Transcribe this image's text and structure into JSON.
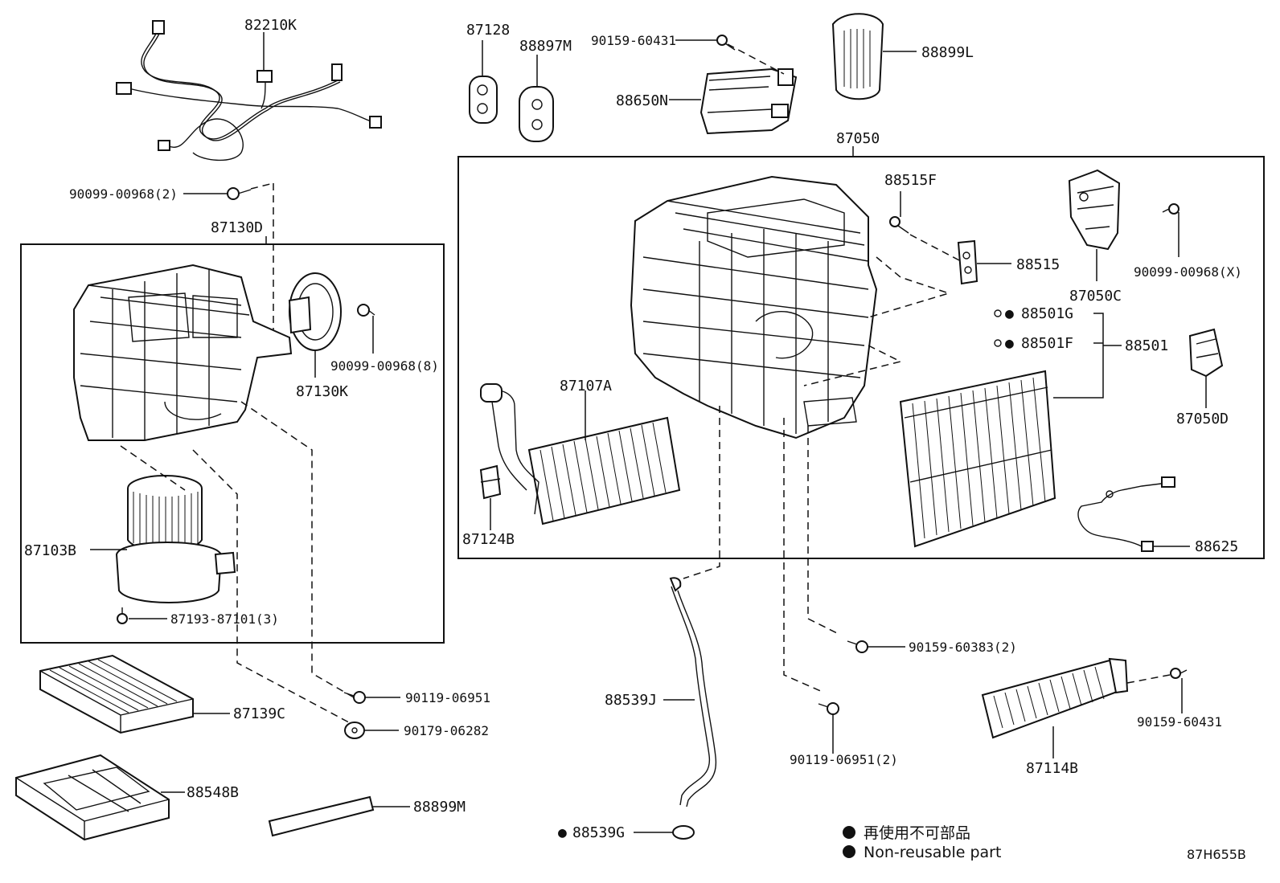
{
  "diagram": {
    "assembly_labels": {
      "blower_unit": "87130D",
      "air_conditioning_unit": "87050"
    },
    "parts": [
      {
        "id": "82210K"
      },
      {
        "id": "87128"
      },
      {
        "id": "88897M"
      },
      {
        "id": "90159-60431"
      },
      {
        "id": "88899L"
      },
      {
        "id": "88650N"
      },
      {
        "id": "90099-00968(2)"
      },
      {
        "id": "90099-00968(8)"
      },
      {
        "id": "87130K"
      },
      {
        "id": "87103B"
      },
      {
        "id": "87193-87101(3)"
      },
      {
        "id": "88515F"
      },
      {
        "id": "88515"
      },
      {
        "id": "87050C"
      },
      {
        "id": "90099-00968(X)"
      },
      {
        "id": "88501G",
        "non_reusable": true
      },
      {
        "id": "88501F",
        "non_reusable": true
      },
      {
        "id": "88501"
      },
      {
        "id": "87050D"
      },
      {
        "id": "87107A"
      },
      {
        "id": "87124B"
      },
      {
        "id": "88625"
      },
      {
        "id": "90159-60383(2)"
      },
      {
        "id": "87139C"
      },
      {
        "id": "90119-06951"
      },
      {
        "id": "90179-06282"
      },
      {
        "id": "88548B"
      },
      {
        "id": "88899M"
      },
      {
        "id": "88539J"
      },
      {
        "id": "88539G",
        "non_reusable": true
      },
      {
        "id": "90119-06951(2)"
      },
      {
        "id": "87114B"
      },
      {
        "id": "90159-60431"
      }
    ],
    "legend": {
      "marker": "●",
      "line_jp": "再使用不可部品",
      "line_en": "Non-reusable part"
    },
    "diagram_code": "87H655B"
  }
}
